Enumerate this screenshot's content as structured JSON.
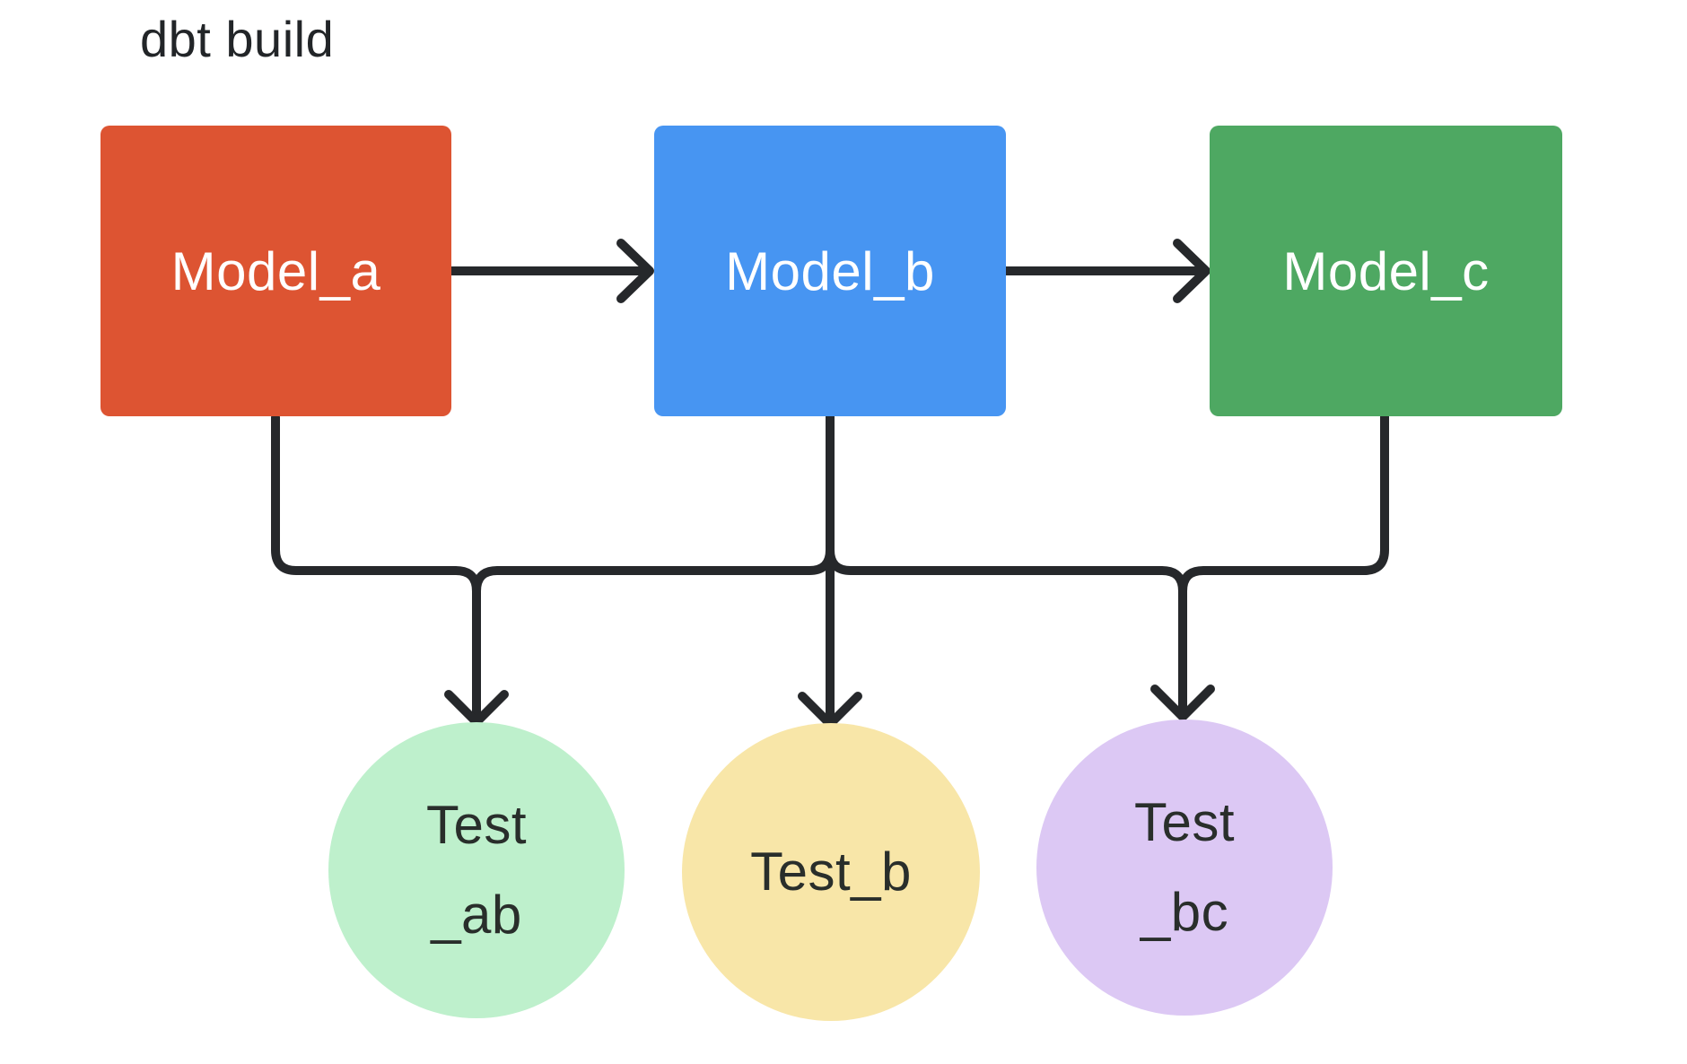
{
  "title": "dbt build",
  "colors": {
    "background": "#ffffff",
    "line": "#26282b",
    "title_text": "#222528",
    "model_text": "#ffffff",
    "test_text": "#292e2b",
    "model_a": "#dd5432",
    "model_b": "#4795f2",
    "model_c": "#4ea862",
    "test_ab": "#bef0cc",
    "test_b": "#f8e6a8",
    "test_bc": "#dcc8f4"
  },
  "nodes": {
    "models": [
      {
        "id": "model_a",
        "label": "Model_a",
        "shape": "rectangle",
        "color": "#dd5432"
      },
      {
        "id": "model_b",
        "label": "Model_b",
        "shape": "rectangle",
        "color": "#4795f2"
      },
      {
        "id": "model_c",
        "label": "Model_c",
        "shape": "rectangle",
        "color": "#4ea862"
      }
    ],
    "tests": [
      {
        "id": "test_ab",
        "line1": "Test",
        "line2": "_ab",
        "shape": "circle",
        "color": "#bef0cc"
      },
      {
        "id": "test_b",
        "line1": "Test_b",
        "shape": "circle",
        "color": "#f8e6a8"
      },
      {
        "id": "test_bc",
        "line1": "Test",
        "line2": "_bc",
        "shape": "circle",
        "color": "#dcc8f4"
      }
    ]
  },
  "edges": [
    {
      "from": "model_a",
      "to": "model_b",
      "style": "arrow-right"
    },
    {
      "from": "model_b",
      "to": "model_c",
      "style": "arrow-right"
    },
    {
      "from": "model_a",
      "to": "test_ab",
      "style": "arrow-down"
    },
    {
      "from": "model_b",
      "to": "test_ab",
      "style": "arrow-down"
    },
    {
      "from": "model_b",
      "to": "test_b",
      "style": "arrow-down"
    },
    {
      "from": "model_b",
      "to": "test_bc",
      "style": "arrow-down"
    },
    {
      "from": "model_c",
      "to": "test_bc",
      "style": "arrow-down"
    }
  ]
}
